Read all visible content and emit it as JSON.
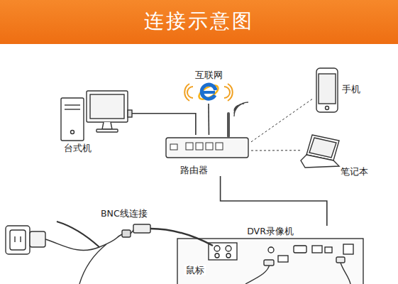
{
  "diagram": {
    "title": "连接示意图",
    "nodes": [
      {
        "text": [
          "互联网"
        ]
      },
      {
        "text": [
          "手机"
        ]
      },
      {
        "text": [
          "台式机"
        ]
      },
      {
        "text": [
          "路由器"
        ]
      },
      {
        "text": [
          "笔记本"
        ]
      },
      {
        "text": [
          "DVR录像机"
        ]
      }
    ],
    "edges": [
      {
        "from": 0,
        "to": 3,
        "arrow": "none"
      },
      {
        "from": 2,
        "to": 3,
        "arrow": "none"
      },
      {
        "from": 3,
        "to": 1,
        "arrow": "none"
      },
      {
        "from": 3,
        "to": 4,
        "arrow": "none"
      },
      {
        "from": 3,
        "to": 5,
        "arrow": "none"
      }
    ],
    "labels": [
      "BNC线连接",
      "鼠标"
    ]
  }
}
